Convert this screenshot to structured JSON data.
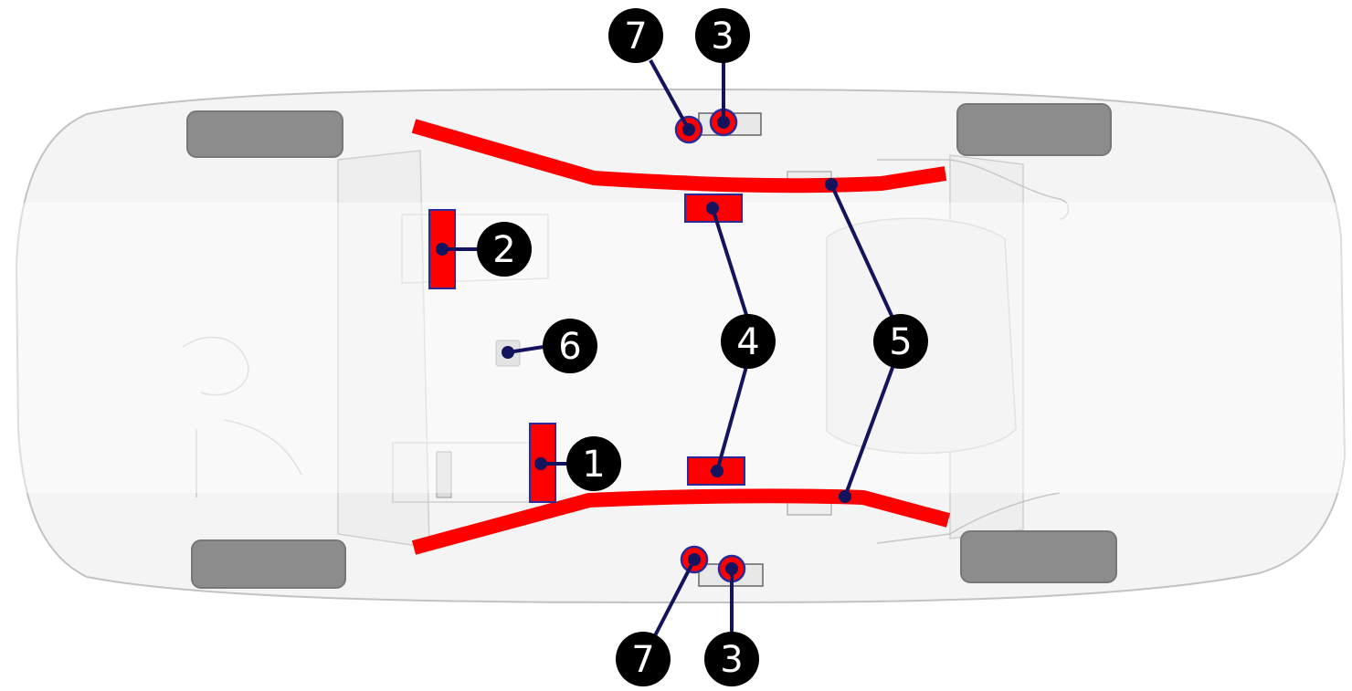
{
  "diagram": {
    "subject": "car-top-view",
    "callouts": [
      {
        "id": "c1",
        "label": "1"
      },
      {
        "id": "c2",
        "label": "2"
      },
      {
        "id": "c3a",
        "label": "3"
      },
      {
        "id": "c3b",
        "label": "3"
      },
      {
        "id": "c4",
        "label": "4"
      },
      {
        "id": "c5",
        "label": "5"
      },
      {
        "id": "c6",
        "label": "6"
      },
      {
        "id": "c7a",
        "label": "7"
      },
      {
        "id": "c7b",
        "label": "7"
      }
    ],
    "colors": {
      "highlight": "#ff0000",
      "highlight_border": "#2a2a9a",
      "leader_line": "#14145e",
      "callout_fill": "#000000",
      "callout_text": "#ffffff",
      "car_body": "#f4f4f4",
      "car_outline": "#bdbdbd",
      "tire": "#8a8a8a"
    }
  }
}
